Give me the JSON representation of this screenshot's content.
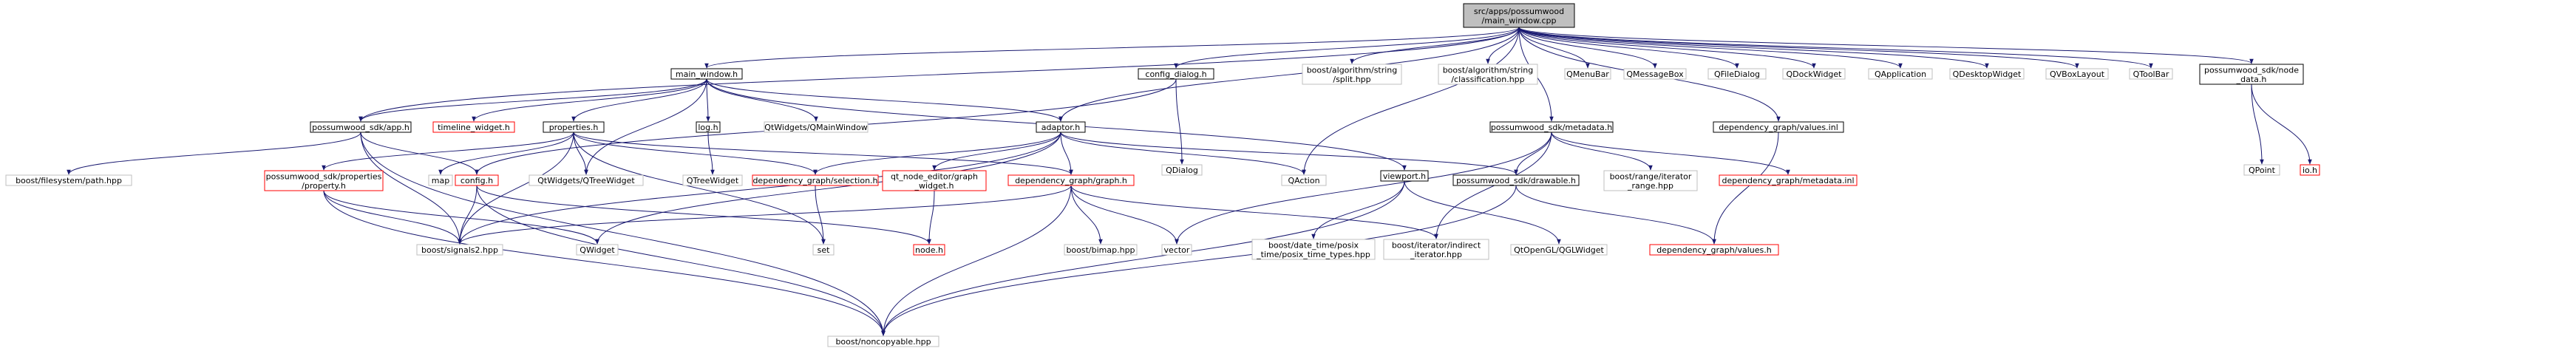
{
  "graph": {
    "colors": {
      "root_fill": "#bfbfbf",
      "box_stroke": "#000000",
      "red_stroke": "#ff0000",
      "gray_stroke": "#bfbfbf",
      "edge": "#191970",
      "fill": "#ffffff",
      "text": "#000000"
    },
    "nodes": [
      {
        "id": "root",
        "lines": [
          "src/apps/possumwood",
          "/main_window.cpp"
        ],
        "style": "root"
      },
      {
        "id": "main_window_h",
        "lines": [
          "main_window.h"
        ],
        "style": "black"
      },
      {
        "id": "config_dialog_h",
        "lines": [
          "config_dialog.h"
        ],
        "style": "black"
      },
      {
        "id": "split",
        "lines": [
          "boost/algorithm/string",
          "/split.hpp"
        ],
        "style": "gray"
      },
      {
        "id": "classification",
        "lines": [
          "boost/algorithm/string",
          "/classification.hpp"
        ],
        "style": "gray"
      },
      {
        "id": "QMenuBar",
        "lines": [
          "QMenuBar"
        ],
        "style": "gray"
      },
      {
        "id": "QMessageBox",
        "lines": [
          "QMessageBox"
        ],
        "style": "gray"
      },
      {
        "id": "QFileDialog",
        "lines": [
          "QFileDialog"
        ],
        "style": "gray"
      },
      {
        "id": "QDockWidget",
        "lines": [
          "QDockWidget"
        ],
        "style": "gray"
      },
      {
        "id": "QApplication",
        "lines": [
          "QApplication"
        ],
        "style": "gray"
      },
      {
        "id": "QDesktopWidget",
        "lines": [
          "QDesktopWidget"
        ],
        "style": "gray"
      },
      {
        "id": "QVBoxLayout",
        "lines": [
          "QVBoxLayout"
        ],
        "style": "gray"
      },
      {
        "id": "QToolBar",
        "lines": [
          "QToolBar"
        ],
        "style": "gray"
      },
      {
        "id": "node_data_h",
        "lines": [
          "possumwood_sdk/node",
          "_data.h"
        ],
        "style": "black"
      },
      {
        "id": "app_h",
        "lines": [
          "possumwood_sdk/app.h"
        ],
        "style": "black"
      },
      {
        "id": "timeline_widget_h",
        "lines": [
          "timeline_widget.h"
        ],
        "style": "red"
      },
      {
        "id": "properties_h",
        "lines": [
          "properties.h"
        ],
        "style": "black"
      },
      {
        "id": "log_h",
        "lines": [
          "log.h"
        ],
        "style": "black"
      },
      {
        "id": "QMainWindow",
        "lines": [
          "QtWidgets/QMainWindow"
        ],
        "style": "gray"
      },
      {
        "id": "adaptor_h",
        "lines": [
          "adaptor.h"
        ],
        "style": "black"
      },
      {
        "id": "QDialog",
        "lines": [
          "QDialog"
        ],
        "style": "gray"
      },
      {
        "id": "metadata_h",
        "lines": [
          "possumwood_sdk/metadata.h"
        ],
        "style": "black"
      },
      {
        "id": "values_inl",
        "lines": [
          "dependency_graph/values.inl"
        ],
        "style": "black"
      },
      {
        "id": "QPoint",
        "lines": [
          "QPoint"
        ],
        "style": "gray"
      },
      {
        "id": "io_h",
        "lines": [
          "io.h"
        ],
        "style": "red"
      },
      {
        "id": "path_hpp",
        "lines": [
          "boost/filesystem/path.hpp"
        ],
        "style": "gray"
      },
      {
        "id": "props_property_h",
        "lines": [
          "possumwood_sdk/properties",
          "/property.h"
        ],
        "style": "red"
      },
      {
        "id": "map",
        "lines": [
          "map"
        ],
        "style": "gray"
      },
      {
        "id": "config_h",
        "lines": [
          "config.h"
        ],
        "style": "red"
      },
      {
        "id": "QTreeWidget_full",
        "lines": [
          "QtWidgets/QTreeWidget"
        ],
        "style": "gray"
      },
      {
        "id": "QTreeWidget",
        "lines": [
          "QTreeWidget"
        ],
        "style": "gray"
      },
      {
        "id": "selection_h",
        "lines": [
          "dependency_graph/selection.h"
        ],
        "style": "red"
      },
      {
        "id": "graph_widget_h",
        "lines": [
          "qt_node_editor/graph",
          "_widget.h"
        ],
        "style": "red"
      },
      {
        "id": "graph_h",
        "lines": [
          "dependency_graph/graph.h"
        ],
        "style": "red"
      },
      {
        "id": "QAction",
        "lines": [
          "QAction"
        ],
        "style": "gray"
      },
      {
        "id": "viewport_h",
        "lines": [
          "viewport.h"
        ],
        "style": "black"
      },
      {
        "id": "drawable_h",
        "lines": [
          "possumwood_sdk/drawable.h"
        ],
        "style": "black"
      },
      {
        "id": "iterator_range",
        "lines": [
          "boost/range/iterator",
          "_range.hpp"
        ],
        "style": "gray"
      },
      {
        "id": "metadata_inl",
        "lines": [
          "dependency_graph/metadata.inl"
        ],
        "style": "red"
      },
      {
        "id": "signals2",
        "lines": [
          "boost/signals2.hpp"
        ],
        "style": "gray"
      },
      {
        "id": "QWidget",
        "lines": [
          "QWidget"
        ],
        "style": "gray"
      },
      {
        "id": "set",
        "lines": [
          "set"
        ],
        "style": "gray"
      },
      {
        "id": "node_h",
        "lines": [
          "node.h"
        ],
        "style": "red"
      },
      {
        "id": "bimap",
        "lines": [
          "boost/bimap.hpp"
        ],
        "style": "gray"
      },
      {
        "id": "vector",
        "lines": [
          "vector"
        ],
        "style": "gray"
      },
      {
        "id": "posix_time",
        "lines": [
          "boost/date_time/posix",
          "_time/posix_time_types.hpp"
        ],
        "style": "gray"
      },
      {
        "id": "indirect_iterator",
        "lines": [
          "boost/iterator/indirect",
          "_iterator.hpp"
        ],
        "style": "gray"
      },
      {
        "id": "QGLWidget",
        "lines": [
          "QtOpenGL/QGLWidget"
        ],
        "style": "gray"
      },
      {
        "id": "values_h",
        "lines": [
          "dependency_graph/values.h"
        ],
        "style": "red"
      },
      {
        "id": "noncopyable",
        "lines": [
          "boost/noncopyable.hpp"
        ],
        "style": "gray"
      }
    ],
    "edges": [
      [
        "root",
        "main_window_h"
      ],
      [
        "root",
        "config_dialog_h"
      ],
      [
        "root",
        "split"
      ],
      [
        "root",
        "classification"
      ],
      [
        "root",
        "QMenuBar"
      ],
      [
        "root",
        "QMessageBox"
      ],
      [
        "root",
        "QFileDialog"
      ],
      [
        "root",
        "QDockWidget"
      ],
      [
        "root",
        "QApplication"
      ],
      [
        "root",
        "QDesktopWidget"
      ],
      [
        "root",
        "QVBoxLayout"
      ],
      [
        "root",
        "QToolBar"
      ],
      [
        "root",
        "node_data_h"
      ],
      [
        "root",
        "adaptor_h"
      ],
      [
        "root",
        "app_h"
      ],
      [
        "root",
        "metadata_h"
      ],
      [
        "root",
        "values_inl"
      ],
      [
        "root",
        "QAction"
      ],
      [
        "main_window_h",
        "app_h"
      ],
      [
        "main_window_h",
        "timeline_widget_h"
      ],
      [
        "main_window_h",
        "properties_h"
      ],
      [
        "main_window_h",
        "log_h"
      ],
      [
        "main_window_h",
        "QMainWindow"
      ],
      [
        "main_window_h",
        "adaptor_h"
      ],
      [
        "main_window_h",
        "QTreeWidget_full"
      ],
      [
        "main_window_h",
        "viewport_h"
      ],
      [
        "config_dialog_h",
        "QDialog"
      ],
      [
        "config_dialog_h",
        "config_h"
      ],
      [
        "node_data_h",
        "QPoint"
      ],
      [
        "node_data_h",
        "io_h"
      ],
      [
        "app_h",
        "path_hpp"
      ],
      [
        "app_h",
        "config_h"
      ],
      [
        "app_h",
        "signals2"
      ],
      [
        "app_h",
        "noncopyable"
      ],
      [
        "properties_h",
        "props_property_h"
      ],
      [
        "properties_h",
        "map"
      ],
      [
        "properties_h",
        "QTreeWidget_full"
      ],
      [
        "properties_h",
        "selection_h"
      ],
      [
        "properties_h",
        "signals2"
      ],
      [
        "properties_h",
        "set"
      ],
      [
        "properties_h",
        "graph_h"
      ],
      [
        "log_h",
        "QTreeWidget"
      ],
      [
        "adaptor_h",
        "selection_h"
      ],
      [
        "adaptor_h",
        "graph_widget_h"
      ],
      [
        "adaptor_h",
        "graph_h"
      ],
      [
        "adaptor_h",
        "QAction"
      ],
      [
        "adaptor_h",
        "signals2"
      ],
      [
        "adaptor_h",
        "drawable_h"
      ],
      [
        "adaptor_h",
        "QWidget"
      ],
      [
        "metadata_h",
        "drawable_h"
      ],
      [
        "metadata_h",
        "iterator_range"
      ],
      [
        "metadata_h",
        "metadata_inl"
      ],
      [
        "metadata_h",
        "vector"
      ],
      [
        "metadata_h",
        "indirect_iterator"
      ],
      [
        "values_inl",
        "values_h"
      ],
      [
        "props_property_h",
        "signals2"
      ],
      [
        "props_property_h",
        "QWidget"
      ],
      [
        "props_property_h",
        "noncopyable"
      ],
      [
        "config_h",
        "signals2"
      ],
      [
        "config_h",
        "node_h"
      ],
      [
        "config_h",
        "noncopyable"
      ],
      [
        "selection_h",
        "set"
      ],
      [
        "graph_widget_h",
        "node_h"
      ],
      [
        "graph_h",
        "signals2"
      ],
      [
        "graph_h",
        "bimap"
      ],
      [
        "graph_h",
        "vector"
      ],
      [
        "graph_h",
        "indirect_iterator"
      ],
      [
        "graph_h",
        "noncopyable"
      ],
      [
        "viewport_h",
        "posix_time"
      ],
      [
        "viewport_h",
        "QGLWidget"
      ],
      [
        "viewport_h",
        "noncopyable"
      ],
      [
        "drawable_h",
        "values_h"
      ],
      [
        "drawable_h",
        "noncopyable"
      ]
    ]
  }
}
